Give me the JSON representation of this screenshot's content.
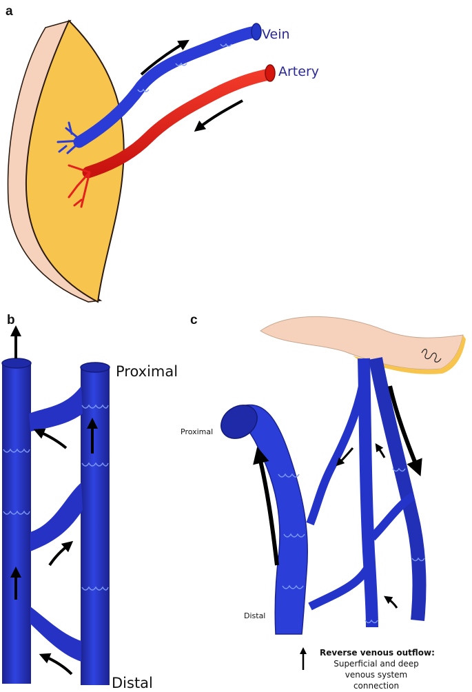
{
  "panels": {
    "a": {
      "letter": "a",
      "vein_label": "Vein",
      "artery_label": "Artery"
    },
    "b": {
      "letter": "b",
      "proximal_label": "Proximal",
      "distal_label": "Distal"
    },
    "c": {
      "letter": "c",
      "proximal_label": "Proximal",
      "distal_label": "Distal",
      "caption_title": "Reverse venous outflow:",
      "caption_line1": "Superficial and deep",
      "caption_line2": "venous system",
      "caption_line3": "connection"
    }
  },
  "colors": {
    "vein": "#2a3bd6",
    "vein_dark": "#1c239a",
    "valve": "#6f8cf0",
    "artery": "#e3201c",
    "flap": "#f7c44e",
    "skin": "#f6d2bd",
    "arrow": "#000000",
    "label_blue": "#2a2896"
  }
}
